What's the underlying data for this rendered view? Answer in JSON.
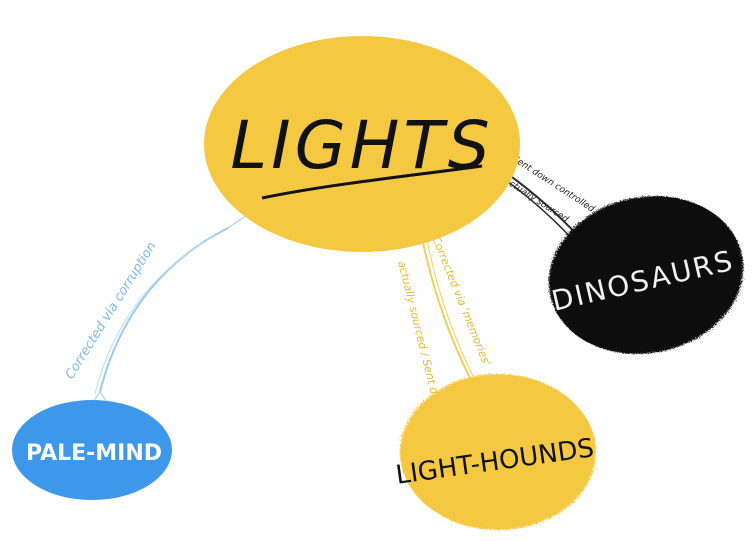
{
  "nodes": {
    "lights": {
      "label": "LIGHTS",
      "color": "#f5c842"
    },
    "dinosaurs": {
      "label": "DINOSAURS",
      "color": "#0b0b0b"
    },
    "pale_mind": {
      "label": "PALE-MIND",
      "color": "#3d97ea"
    },
    "light_hounds": {
      "label": "LIGHT-HOUNDS",
      "color": "#f5c842"
    }
  },
  "edges": {
    "lights_dinosaurs": {
      "label_top": "Sent down controlled",
      "label_bottom": "actually sourced",
      "color": "#2a2a2a"
    },
    "lights_pale_mind": {
      "label": "Corrected via corruption",
      "color": "#9ccaf0"
    },
    "lights_light_hounds": {
      "label_left": "actually sourced / Sent down",
      "label_right": "Corrected via 'memories'",
      "color": "#f2cf5a"
    }
  }
}
